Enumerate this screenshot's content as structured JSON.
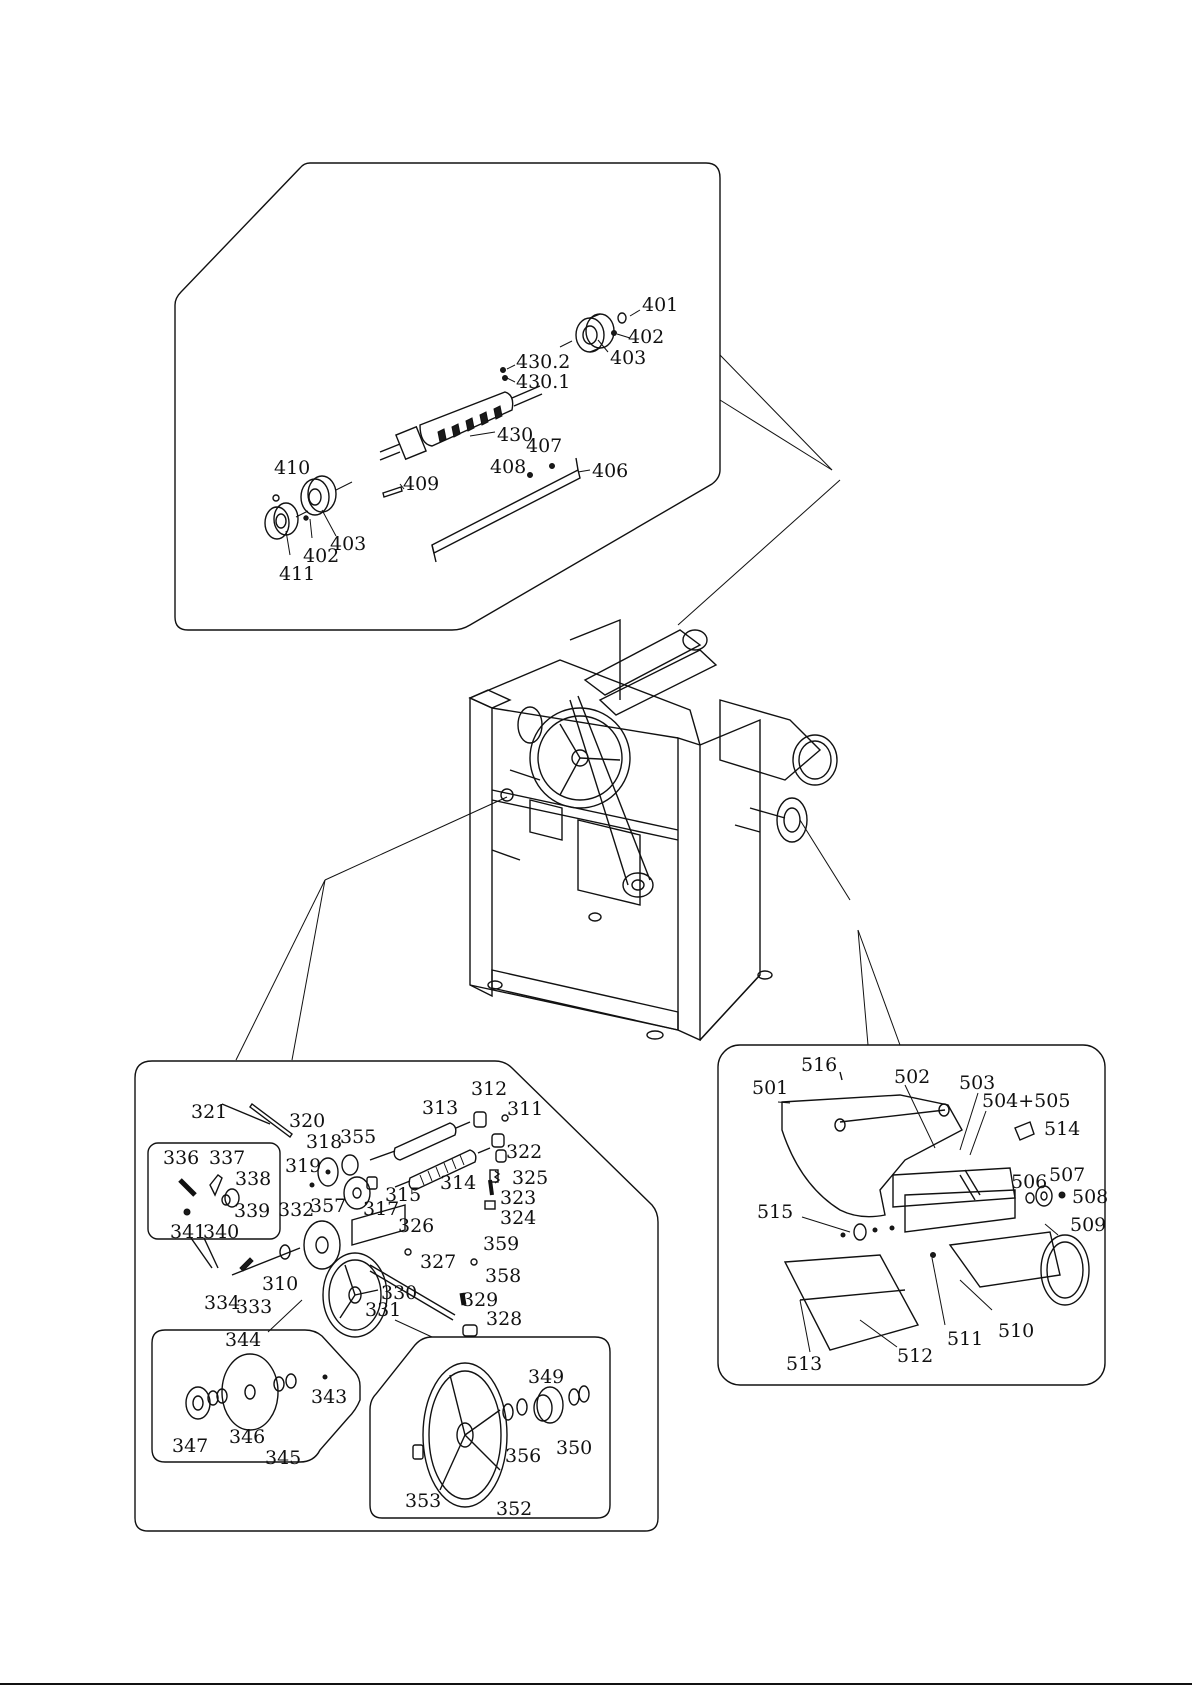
{
  "diagram": {
    "callouts": {
      "c401": "401",
      "c402a": "402",
      "c403a": "403",
      "c4302": "430.2",
      "c4301": "430.1",
      "c430": "430",
      "c407": "407",
      "c408": "408",
      "c406": "406",
      "c410": "410",
      "c409": "409",
      "c403b": "403",
      "c402b": "402",
      "c411": "411",
      "c321": "321",
      "c320": "320",
      "c313": "313",
      "c312": "312",
      "c311": "311",
      "c318": "318",
      "c355": "355",
      "c322": "322",
      "c319": "319",
      "c315": "315",
      "c314": "314",
      "c325": "325",
      "c323": "323",
      "c324": "324",
      "c336": "336",
      "c337": "337",
      "c338": "338",
      "c339": "339",
      "c340": "340",
      "c341": "341",
      "c357": "357",
      "c317": "317",
      "c332": "332",
      "c326": "326",
      "c359": "359",
      "c327": "327",
      "c358": "358",
      "c310": "310",
      "c334": "334",
      "c333": "333",
      "c330": "330",
      "c331": "331",
      "c329": "329",
      "c328": "328",
      "c344": "344",
      "c343": "343",
      "c347": "347",
      "c346": "346",
      "c345": "345",
      "c349": "349",
      "c350": "350",
      "c356": "356",
      "c353": "353",
      "c352": "352",
      "c516": "516",
      "c501": "501",
      "c502": "502",
      "c503": "503",
      "c504505": "504+505",
      "c514": "514",
      "c506": "506",
      "c507": "507",
      "c508": "508",
      "c515": "515",
      "c509": "509",
      "c513": "513",
      "c512": "512",
      "c511": "511",
      "c510": "510"
    }
  }
}
